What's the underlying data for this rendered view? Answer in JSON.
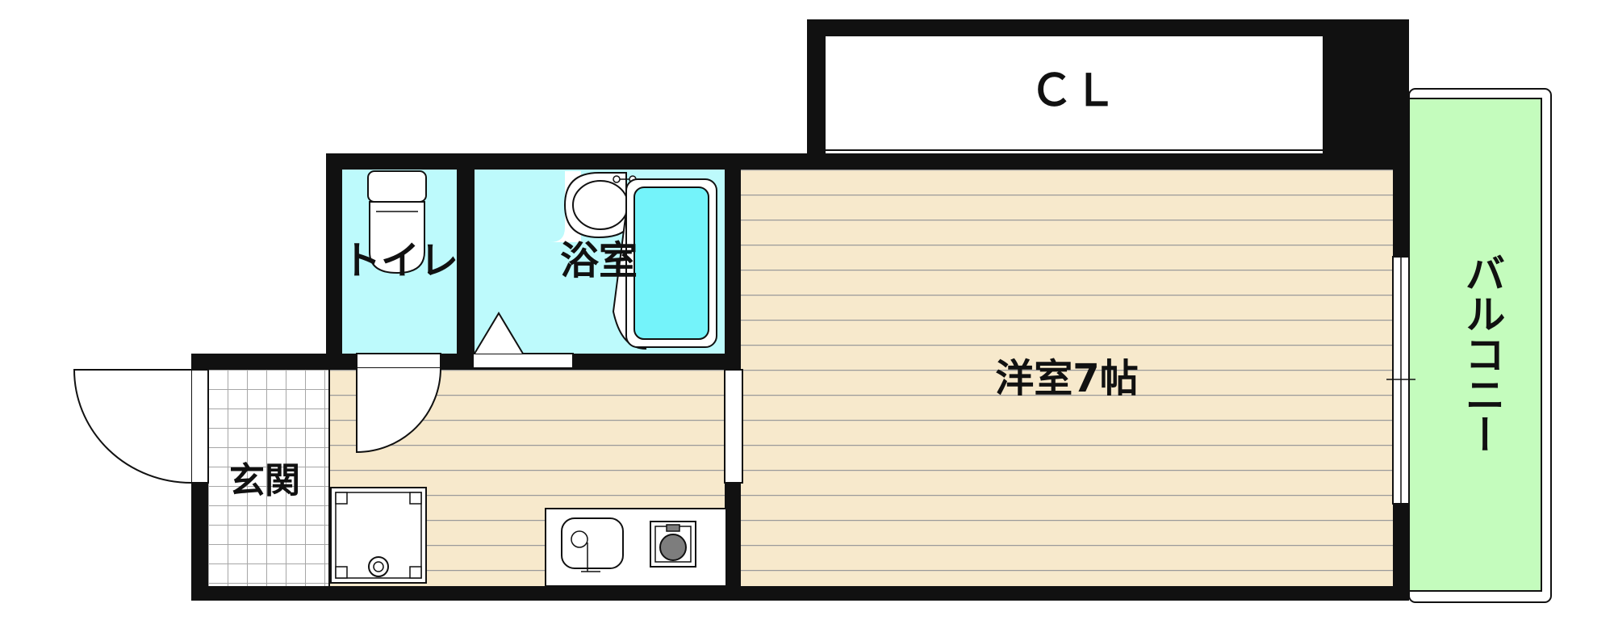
{
  "rooms": {
    "closet": "ＣＬ",
    "toilet": "トイレ",
    "bath": "浴室",
    "western_room": "洋室7帖",
    "entrance": "玄関",
    "balcony": "バルコニー"
  },
  "colors": {
    "wall": "#111111",
    "floor": "#f7e9cc",
    "floor_line": "#9a9a9a",
    "wet_area": "#bdfafc",
    "bathtub": "#74f3fa",
    "balcony": "#c4fcbd",
    "tile_line": "#a6a6a6"
  },
  "fixtures": [
    "toilet-icon",
    "washbasin-icon",
    "bathtub-icon",
    "washer-pan-icon",
    "sink-icon",
    "stove-icon"
  ]
}
